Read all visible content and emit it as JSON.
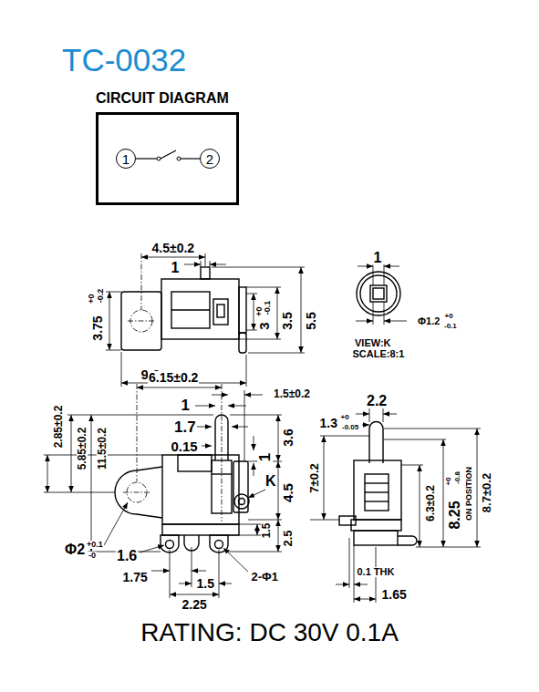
{
  "diagram": {
    "title": "TC-0032",
    "caption": "RATING: DC 30V 0.1A",
    "nodes": [
      {
        "text": [
          "CIRCUIT DIAGRAM"
        ]
      },
      {
        "text": [
          "1"
        ],
        "in": 0
      },
      {
        "text": [
          "2"
        ],
        "in": 0
      }
    ],
    "edges": [
      {
        "from": 1,
        "to": 2,
        "arrow": "none"
      }
    ],
    "labels": [
      "4.5±0.2",
      "1",
      "3.75",
      "+0",
      "-0.2",
      "3",
      "+0",
      "-0.1",
      "3.5",
      "5.5",
      "9.6",
      "1",
      "Φ1.2",
      "+0",
      "-0.1",
      "VIEW:K",
      "SCALE:8:1",
      "6.15±0.2",
      "1",
      "1.5±0.2",
      "1.7",
      "0.15",
      "2.85±0.2",
      "5.85±0.2",
      "11.5±0.2",
      "3.6",
      "1",
      "K",
      "4.5",
      "1.5",
      "2.5",
      "Φ2",
      "+0.1",
      "-0",
      "1.6",
      "1.75",
      "1.5",
      "2-Φ1",
      "2.25",
      "2.2",
      "1.3",
      "+0",
      "-0.05",
      "7±0.2",
      "6.3±0.2",
      "8.25",
      "+0",
      "-0.8",
      "ON POSITION",
      "8.7±0.2",
      "0.1 THK",
      "1.65"
    ]
  }
}
